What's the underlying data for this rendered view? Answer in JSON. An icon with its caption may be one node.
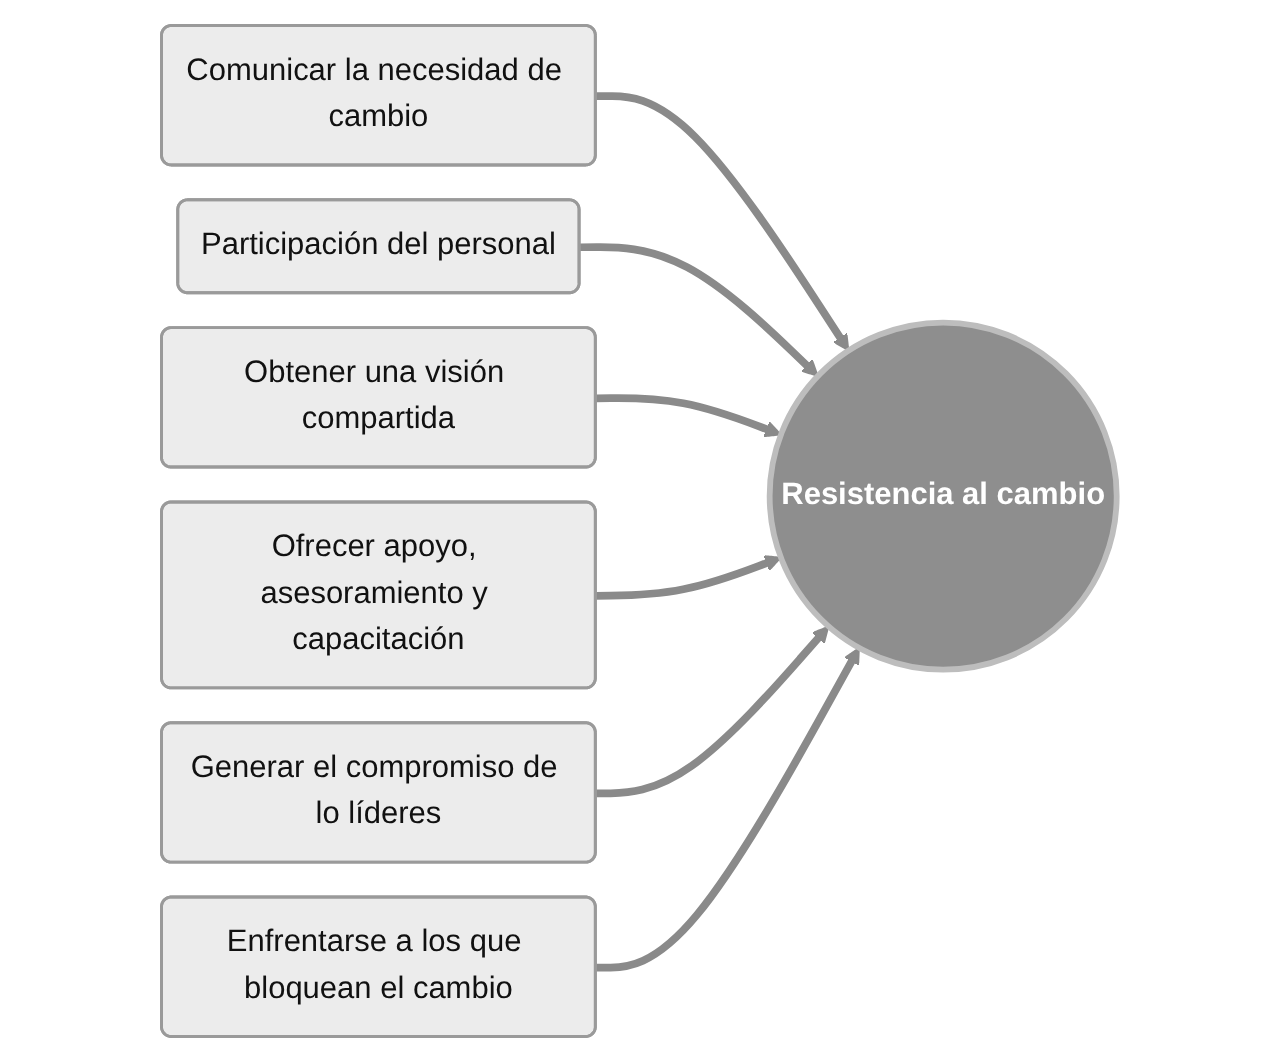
{
  "diagram": {
    "nodes": [
      {
        "text": [
          "Comunicar la necesidad de cambio"
        ]
      },
      {
        "text": [
          "Participación del personal"
        ]
      },
      {
        "text": [
          "Obtener una visión compartida"
        ]
      },
      {
        "text": [
          "Resistencia al cambio"
        ]
      },
      {
        "text": [
          "Ofrecer apoyo, asesoramiento y capacitación"
        ]
      },
      {
        "text": [
          "Generar el compromiso de lo líderes"
        ]
      },
      {
        "text": [
          "Enfrentarse a los que bloquean el cambio"
        ]
      }
    ],
    "edges": [
      {
        "from": 0,
        "to": 3,
        "arrow": "to"
      },
      {
        "from": 1,
        "to": 3,
        "arrow": "to"
      },
      {
        "from": 2,
        "to": 3,
        "arrow": "to"
      },
      {
        "from": 4,
        "to": 3,
        "arrow": "to"
      },
      {
        "from": 5,
        "to": 3,
        "arrow": "to"
      },
      {
        "from": 6,
        "to": 3,
        "arrow": "to"
      }
    ]
  }
}
